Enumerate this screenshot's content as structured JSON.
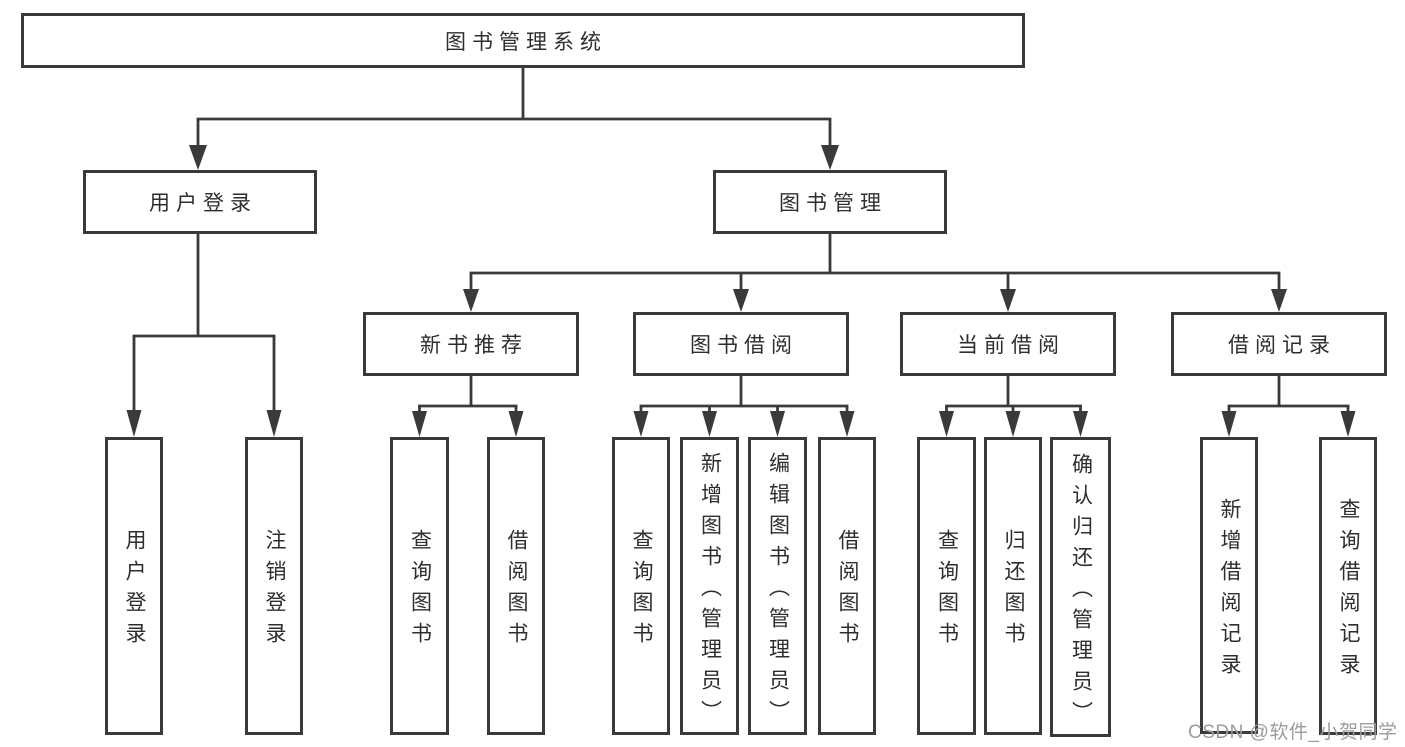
{
  "tree": {
    "root": "图书管理系统",
    "branches": [
      {
        "label": "用户登录",
        "children": [
          "用户登录",
          "注销登录"
        ]
      },
      {
        "label": "图书管理",
        "children": [
          {
            "label": "新书推荐",
            "children": [
              "查询图书",
              "借阅图书"
            ]
          },
          {
            "label": "图书借阅",
            "children": [
              "查询图书",
              "新增图书（管理员）",
              "编辑图书（管理员）",
              "借阅图书"
            ]
          },
          {
            "label": "当前借阅",
            "children": [
              "查询图书",
              "归还图书",
              "确认归还（管理员）"
            ]
          },
          {
            "label": "借阅记录",
            "children": [
              "新增借阅记录",
              "查询借阅记录"
            ]
          }
        ]
      }
    ]
  },
  "watermark": {
    "text": "CSDN @软件_小贺同学"
  },
  "colors": {
    "line": "#3a3a3a",
    "text": "#2e2e2e",
    "background": "#ffffff",
    "watermark": "#9c9c9c"
  }
}
